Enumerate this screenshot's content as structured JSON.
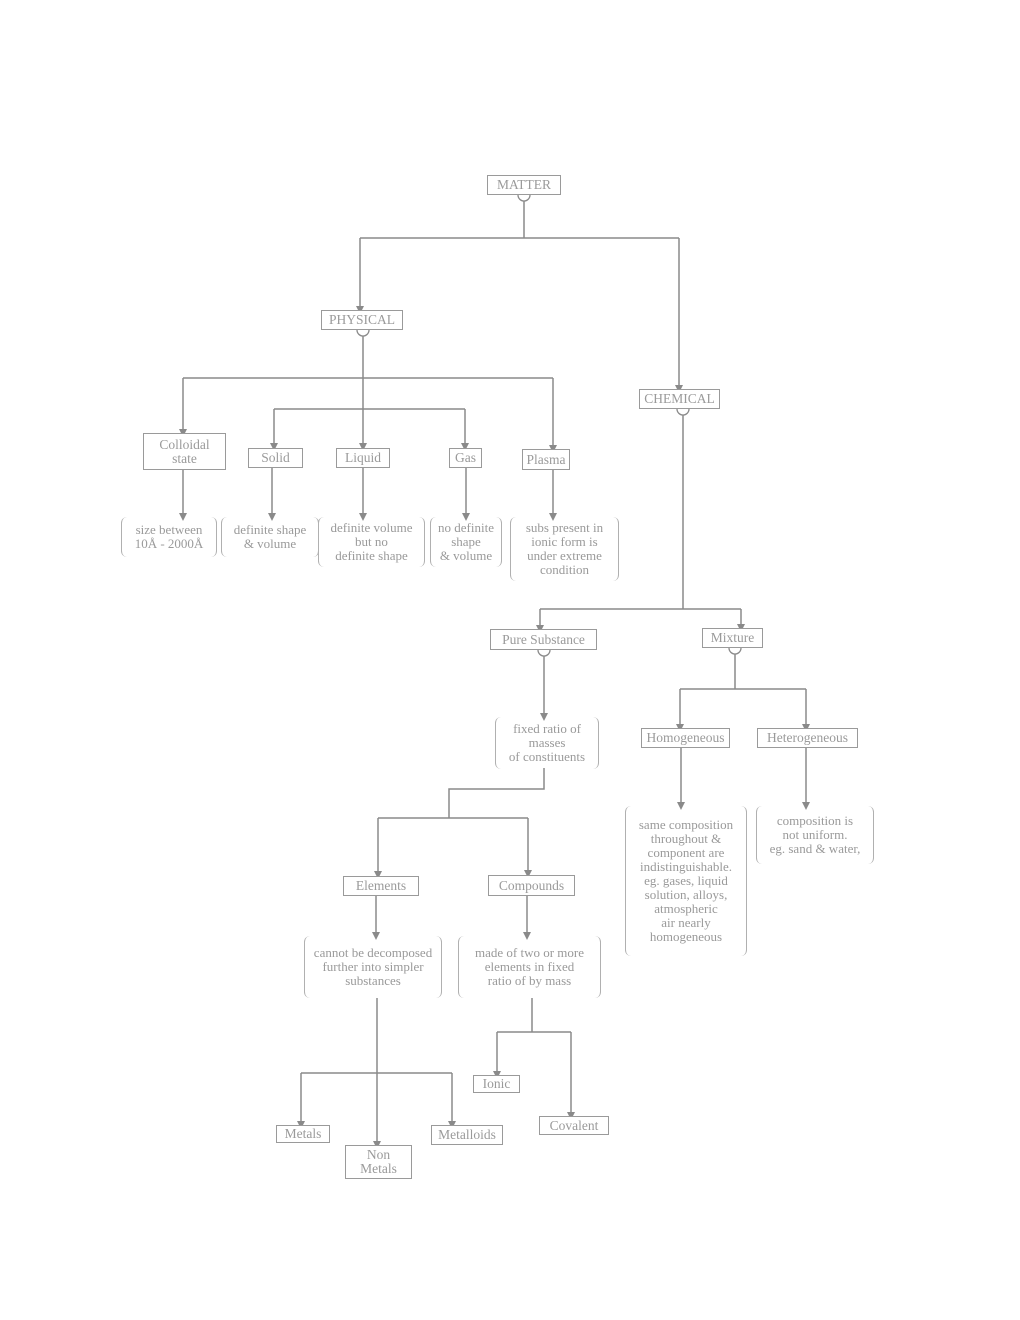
{
  "nodes": {
    "matter": "MATTER",
    "physical": "PHYSICAL",
    "chemical": "CHEMICAL",
    "colloidal": "Colloidal\nstate",
    "solid": "Solid",
    "liquid": "Liquid",
    "gas": "Gas",
    "plasma": "Plasma",
    "pure_substance": "Pure Substance",
    "mixture": "Mixture",
    "homogeneous": "Homogeneous",
    "heterogeneous": "Heterogeneous",
    "elements": "Elements",
    "compounds": "Compounds",
    "ionic": "Ionic",
    "covalent": "Covalent",
    "metals": "Metals",
    "non_metals": "Non\nMetals",
    "metalloids": "Metalloids"
  },
  "notes": {
    "colloidal": "size between\n10Å - 2000Å",
    "solid": "definite shape\n& volume",
    "liquid": "definite volume\nbut no\ndefinite shape",
    "gas": "no definite\nshape\n& volume",
    "plasma": "subs present in\nionic form is\nunder extreme\ncondition",
    "pure_substance": "fixed ratio of\nmasses\nof constituents",
    "homogeneous": "same composition\nthroughout &\ncomponent are\nindistinguishable.\neg. gases, liquid\nsolution, alloys,\natmospheric\nair nearly\nhomogeneous",
    "heterogeneous": "composition is\nnot uniform.\neg. sand & water,",
    "elements": "cannot be decomposed\nfurther into simpler\nsubstances",
    "compounds": "made of two or more\nelements in fixed\nratio of by mass"
  }
}
